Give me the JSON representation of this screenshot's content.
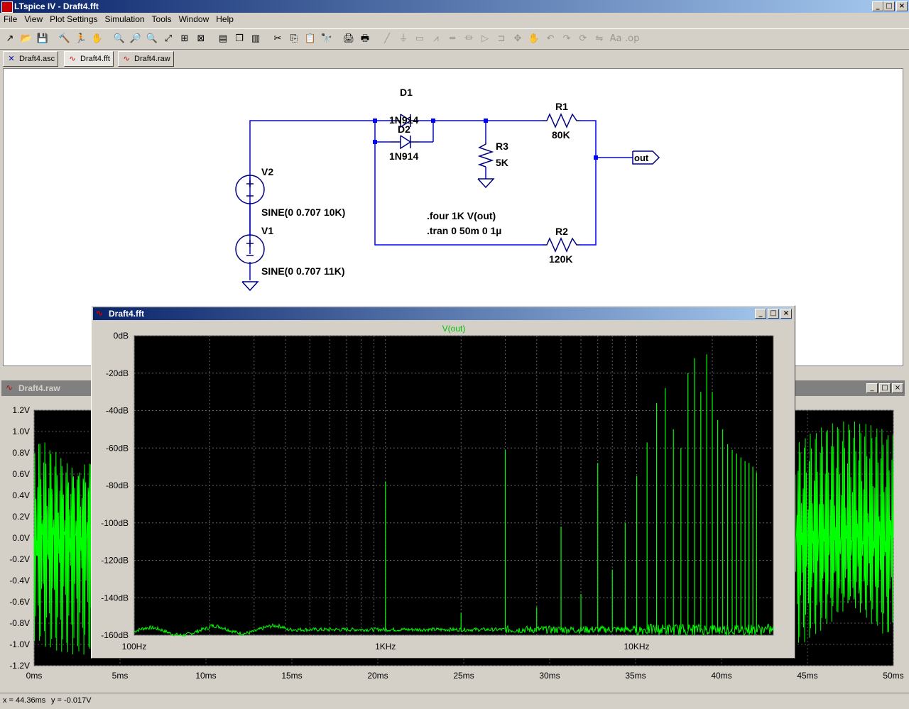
{
  "app": {
    "title": "LTspice IV - Draft4.fft"
  },
  "menu": [
    "File",
    "View",
    "Plot Settings",
    "Simulation",
    "Tools",
    "Window",
    "Help"
  ],
  "toolbar_icons": [
    "new-schematic-icon",
    "open-icon",
    "save-icon",
    "control-panel-icon",
    "run-icon",
    "halt-icon",
    "zoom-in-icon",
    "zoom-pan-icon",
    "zoom-out-icon",
    "zoom-fit-icon",
    "autorange-icon",
    "measure-icon",
    "tile-horizontal-icon",
    "cascade-icon",
    "tile-vertical-icon",
    "cut-icon",
    "copy-icon",
    "paste-icon",
    "find-icon",
    "print-preview-icon",
    "print-icon",
    "wire-icon",
    "ground-icon",
    "label-icon",
    "resistor-icon",
    "capacitor-icon",
    "inductor-icon",
    "diode-icon",
    "component-icon",
    "move-icon",
    "drag-icon",
    "undo-icon",
    "redo-icon",
    "rotate-icon",
    "mirror-icon",
    "text-icon",
    "spice-directive-icon"
  ],
  "tabs": [
    {
      "label": "Draft4.asc",
      "icon": "schematic-icon"
    },
    {
      "label": "Draft4.fft",
      "icon": "waveform-icon"
    },
    {
      "label": "Draft4.raw",
      "icon": "waveform-icon"
    }
  ],
  "schematic": {
    "labels": {
      "d1": "D1",
      "d1_model": "1N914",
      "d2": "D2",
      "d2_model": "1N914",
      "r1": "R1",
      "r1_val": "80K",
      "r2": "R2",
      "r2_val": "120K",
      "r3": "R3",
      "r3_val": "5K",
      "v2": "V2",
      "v2_val": "SINE(0 0.707 10K)",
      "v1": "V1",
      "v1_val": "SINE(0 0.707 11K)",
      "out": "out",
      "directive1": ".four 1K V(out)",
      "directive2": ".tran 0 50m 0 1µ"
    },
    "wire_color": "#0000ff",
    "component_color": "#000080"
  },
  "raw_window": {
    "title": "Draft4.raw",
    "y_ticks": [
      "1.2V",
      "1.0V",
      "0.8V",
      "0.6V",
      "0.4V",
      "0.2V",
      "0.0V",
      "-0.2V",
      "-0.4V",
      "-0.6V",
      "-0.8V",
      "-1.0V",
      "-1.2V"
    ],
    "x_ticks": [
      "0ms",
      "5ms",
      "10ms",
      "15ms",
      "20ms",
      "25ms",
      "30ms",
      "35ms",
      "40ms",
      "45ms",
      "50ms"
    ],
    "trace_color": "#00ff00"
  },
  "fft_window": {
    "title": "Draft4.fft",
    "series_label": "V(out)",
    "y_ticks": [
      "0dB",
      "-20dB",
      "-40dB",
      "-60dB",
      "-80dB",
      "-100dB",
      "-120dB",
      "-140dB",
      "-160dB"
    ],
    "x_ticks": [
      "100Hz",
      "1KHz",
      "10KHz"
    ]
  },
  "status": {
    "x": "x = 44.36ms",
    "y": "y = -0.017V"
  },
  "chart_data": [
    {
      "type": "line",
      "title": "V(out)",
      "xlabel": "",
      "ylabel": "",
      "x_scale": "log",
      "xlim": [
        100,
        35000
      ],
      "ylim": [
        -160,
        0
      ],
      "grid": true,
      "series": [
        {
          "name": "V(out)",
          "x": [
            1000,
            2000,
            3000,
            4000,
            5000,
            6000,
            7000,
            8000,
            9000,
            10000,
            11000,
            12000,
            13000,
            14000,
            15000,
            16000,
            17000,
            18000,
            19000,
            20000,
            21000,
            22000,
            23000,
            24000,
            25000,
            26000,
            27000,
            28000,
            29000,
            30000
          ],
          "y": [
            -78,
            -148,
            -61,
            -145,
            -102,
            -138,
            -68,
            -125,
            -100,
            -75,
            -57,
            -36,
            -28,
            -50,
            -60,
            -20,
            -12,
            -30,
            -10,
            -30,
            -45,
            -50,
            -58,
            -61,
            -63,
            -65,
            -67,
            -68,
            -70,
            -73
          ]
        }
      ],
      "noise_floor_db": -157
    },
    {
      "type": "line",
      "xlabel": "",
      "ylabel": "",
      "xlim": [
        0,
        50
      ],
      "ylim": [
        -1.2,
        1.2
      ],
      "grid": true,
      "series": [
        {
          "name": "V(out)",
          "amplitude_peak": 1.1,
          "beat_period_ms": 1
        }
      ]
    }
  ]
}
